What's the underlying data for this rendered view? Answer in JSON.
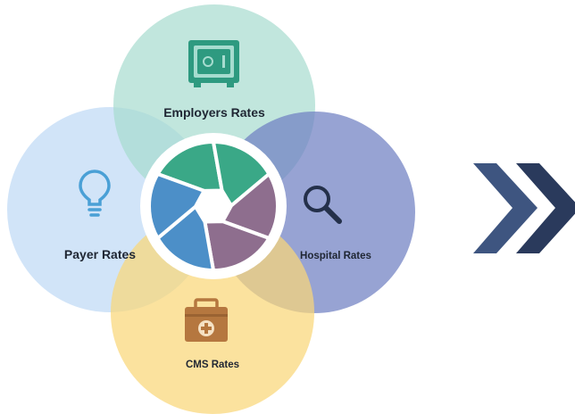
{
  "diagram": {
    "labels": {
      "employers": "Employers Rates",
      "payer": "Payer Rates",
      "hospital": "Hospital Rates",
      "cms": "CMS Rates"
    },
    "colors": {
      "employers_circle": "#a6dccf",
      "payer_circle": "#c2dbf5",
      "hospital_circle": "#6f7fc2",
      "cms_circle": "#f9d779",
      "employers_icon": "#2e9a80",
      "payer_icon": "#4aa0d6",
      "hospital_icon": "#24304a",
      "cms_icon": "#b5773f",
      "aperture_green": "#3aa887",
      "aperture_purple": "#8e6e8e",
      "aperture_blue": "#4c8fc8",
      "chevron_dark": "#2a3a5c",
      "chevron_mid": "#3e5580"
    },
    "icons": {
      "employers": "safe-icon",
      "payer": "lightbulb-icon",
      "hospital": "magnifier-icon",
      "cms": "medical-kit-icon",
      "center": "aperture-icon",
      "arrow": "double-chevron-right-icon"
    }
  }
}
